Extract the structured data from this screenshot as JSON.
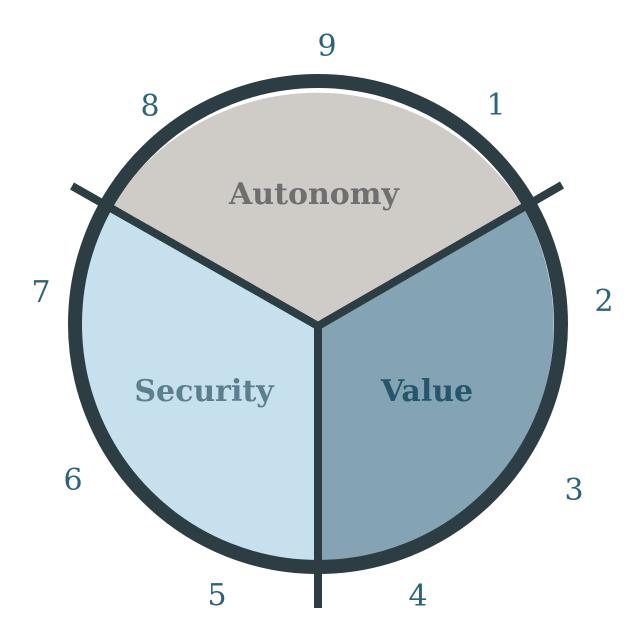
{
  "diagram": {
    "sectors": [
      {
        "id": "autonomy",
        "label": "Autonomy",
        "fill": "#cfccc8",
        "text_color": "#6f6f6f"
      },
      {
        "id": "value",
        "label": "Value",
        "fill": "#84a4b4",
        "text_color": "#24576b"
      },
      {
        "id": "security",
        "label": "Security",
        "fill": "#c6e0ee",
        "text_color": "#5c7f8e"
      }
    ],
    "numbers": [
      "9",
      "1",
      "2",
      "3",
      "4",
      "5",
      "6",
      "7",
      "8"
    ],
    "colors": {
      "ring": "#2c3e43",
      "numbers": "#2b6478"
    }
  }
}
